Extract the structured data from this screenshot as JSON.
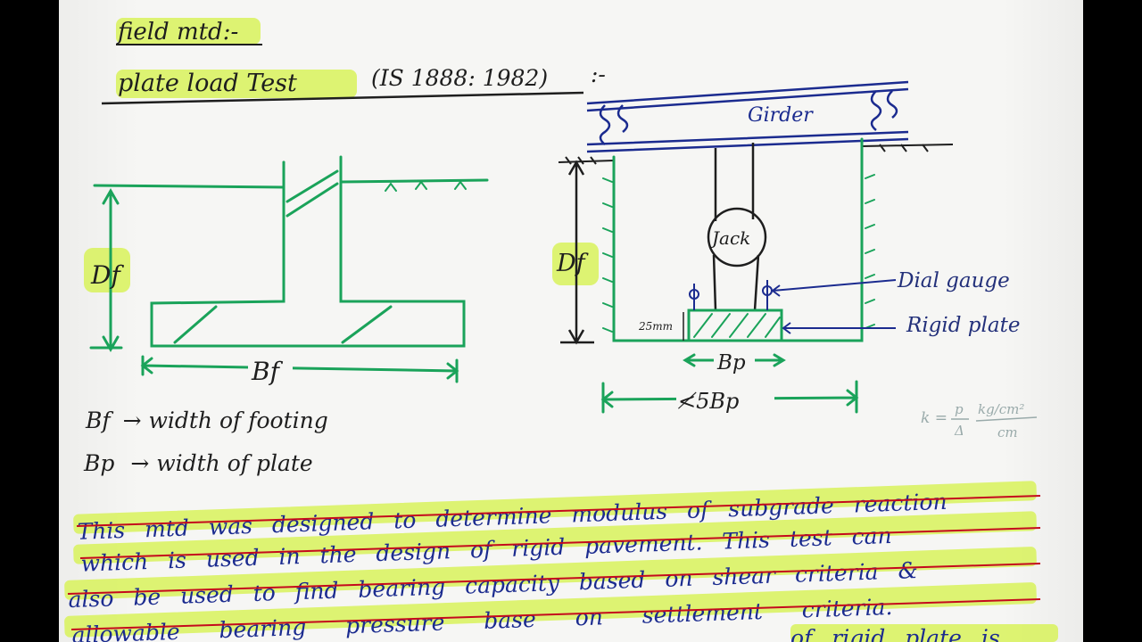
{
  "heading": {
    "field_method": "field mtd:-",
    "title": "plate load Test",
    "code": "(IS 1888: 1982)",
    "suffix": ":-"
  },
  "left_diagram": {
    "depth_label": "Df",
    "width_label": "Bf"
  },
  "right_diagram": {
    "girder_label": "Girder",
    "jack_label": "Jack",
    "depth_label": "Df",
    "plate_thickness_label": "25mm",
    "dial_gauge_label": "Dial gauge",
    "rigid_plate_label": "Rigid plate",
    "plate_width_label": "Bp",
    "pit_width_label": "≮5Bp"
  },
  "formula": {
    "lhs": "k =",
    "numerator": "p",
    "denominator": "Δ",
    "unit_numerator": "kg/cm²",
    "unit_denominator": "cm"
  },
  "definitions": [
    {
      "symbol": "Bf",
      "text": "→ width of footing"
    },
    {
      "symbol": "Bp",
      "text": "→ width of plate"
    }
  ],
  "paragraph": {
    "lines": [
      "modulus of subgrade reaction",
      "This mtd was designed to determine",
      "rigid pavement. This test can",
      "which is used in the design of",
      "also be used to find bearing capacity based on shear criteria &",
      "allowable bearing pressure base on settlement criteria.",
      "of rigid plate is"
    ],
    "line1_parts": [
      "This",
      "mtd",
      "was",
      "designed",
      "to",
      "determine",
      "modulus",
      "of",
      "subgrade",
      "reaction"
    ],
    "line2_parts": [
      "which",
      "is",
      "used",
      "in",
      "the",
      "design",
      "of",
      "rigid",
      "pavement.",
      "This",
      "test",
      "can"
    ],
    "line3_parts": [
      "also",
      "be",
      "used",
      "to",
      "find",
      "bearing",
      "capacity",
      "based",
      "on",
      "shear",
      "criteria",
      "&"
    ],
    "line4_parts": [
      "allowable",
      "bearing",
      "pressure",
      "base",
      "on",
      "settlement",
      "criteria."
    ],
    "line5_parts": [
      "of",
      "rigid",
      "plate",
      "is"
    ]
  },
  "colors": {
    "paper": "#f6f6f4",
    "black_ink": "#1e1e1e",
    "green_ink": "#1aa35a",
    "blue_ink": "#1b2b8f",
    "red_ink": "#c40a1d",
    "highlight": "#d8f25a"
  }
}
